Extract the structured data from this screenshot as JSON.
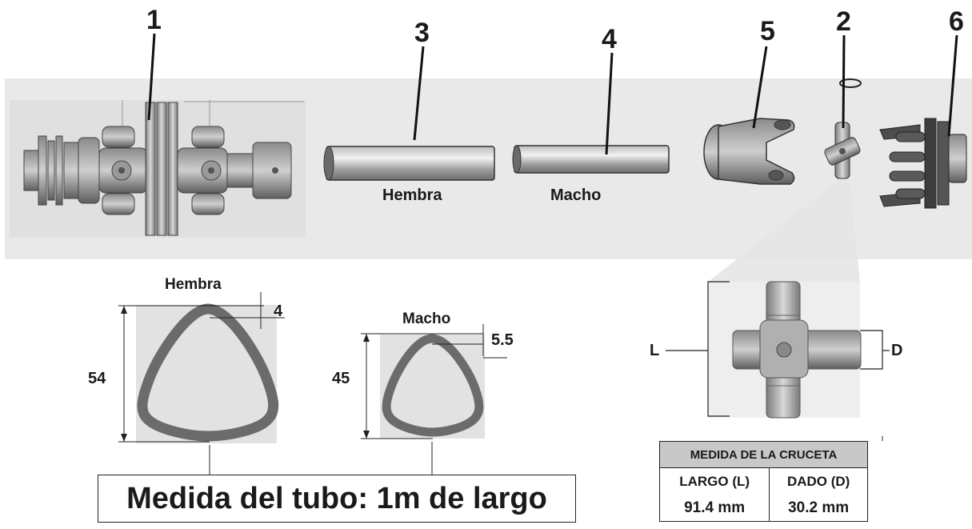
{
  "parts": {
    "p1": "1",
    "p2": "2",
    "p3": "3",
    "p4": "4",
    "p5": "5",
    "p6": "6"
  },
  "labels": {
    "female_tube": "Hembra",
    "male_tube": "Macho",
    "female_profile": "Hembra",
    "male_profile": "Macho"
  },
  "dimensions": {
    "female_height": "54",
    "female_wall": "4",
    "male_height": "45",
    "male_wall": "5.5",
    "cross_length": "L",
    "cross_die": "D"
  },
  "tube_note": "Medida del tubo: 1m de largo",
  "cross_table": {
    "title": "MEDIDA DE LA CRUCETA",
    "col_length": "LARGO (L)",
    "col_die": "DADO (D)",
    "value_length": "91.4 mm",
    "value_die": "30.2 mm"
  },
  "colors": {
    "band": "#e9e9e9",
    "metal_dark": "#5a5a5a",
    "metal_light": "#a9a9a9",
    "profile": "#6b6b6b",
    "table_header": "#c8c8c8"
  }
}
